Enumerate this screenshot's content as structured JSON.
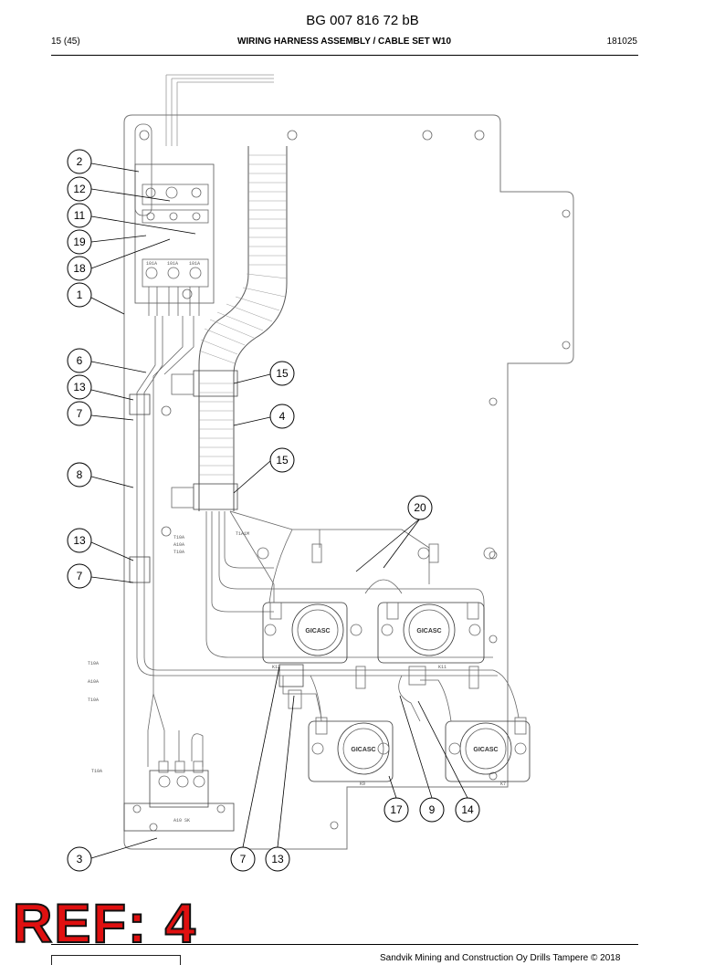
{
  "header": {
    "doc_number": "BG 007 816 72 bB",
    "page": "15 (45)",
    "title": "WIRING HARNESS ASSEMBLY / CABLE SET W10",
    "date": "181025"
  },
  "footer": {
    "copyright": "Sandvik Mining and Construction Oy Drills Tampere © 2018",
    "ref_stamp": "REF: 4"
  },
  "callouts": [
    "2",
    "12",
    "11",
    "19",
    "18",
    "1",
    "6",
    "13",
    "7",
    "8",
    "13",
    "7",
    "15",
    "4",
    "15",
    "20",
    "17",
    "9",
    "14",
    "3",
    "7",
    "13"
  ],
  "valve_labels": [
    "GICASC",
    "GICASC",
    "GICASC",
    "GICASC"
  ]
}
